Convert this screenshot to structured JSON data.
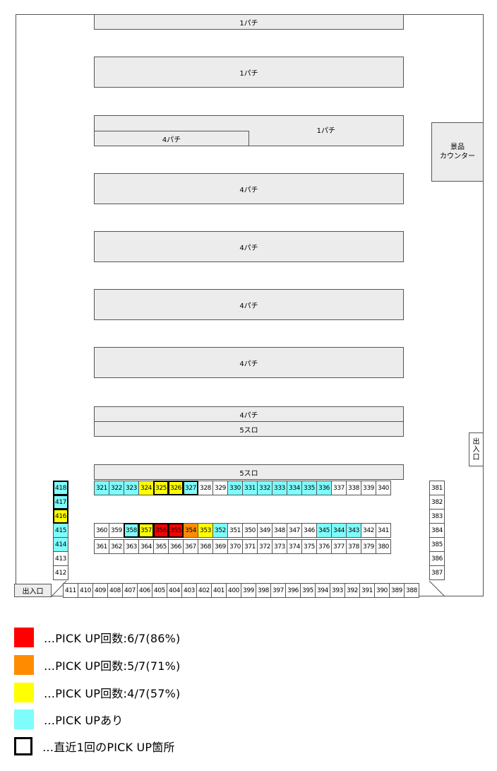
{
  "banks": {
    "b1": "1パチ",
    "b2": "1パチ",
    "b3_main": "1パチ",
    "b3_sub": "4パチ",
    "b4": "4パチ",
    "b5": "4パチ",
    "b6": "4パチ",
    "b7": "4パチ",
    "b8a": "4パチ",
    "b8b": "5スロ",
    "b9": "5スロ"
  },
  "counter": {
    "line1": "景品",
    "line2": "カウンター"
  },
  "exit_right": [
    "出",
    "入",
    "口"
  ],
  "exit_left": "出入口",
  "colors": {
    "red": "#ff0000",
    "orange": "#ff8c00",
    "yellow": "#ffff00",
    "cyan": "#7ffcfc"
  },
  "machines": {
    "row_top": [
      {
        "n": "321",
        "c": "c"
      },
      {
        "n": "322",
        "c": "c"
      },
      {
        "n": "323",
        "c": "c"
      },
      {
        "n": "324",
        "c": "y"
      },
      {
        "n": "325",
        "c": "y",
        "p": true
      },
      {
        "n": "326",
        "c": "y",
        "p": true
      },
      {
        "n": "327",
        "c": "c",
        "p": true
      },
      {
        "n": "328",
        "c": ""
      },
      {
        "n": "329",
        "c": ""
      },
      {
        "n": "330",
        "c": "c"
      },
      {
        "n": "331",
        "c": "c"
      },
      {
        "n": "332",
        "c": "c"
      },
      {
        "n": "333",
        "c": "c"
      },
      {
        "n": "334",
        "c": "c"
      },
      {
        "n": "335",
        "c": "c"
      },
      {
        "n": "336",
        "c": "c"
      },
      {
        "n": "337",
        "c": ""
      },
      {
        "n": "338",
        "c": ""
      },
      {
        "n": "339",
        "c": ""
      },
      {
        "n": "340",
        "c": ""
      }
    ],
    "row_mid_a": [
      {
        "n": "360",
        "c": ""
      },
      {
        "n": "359",
        "c": ""
      },
      {
        "n": "358",
        "c": "c",
        "p": true
      },
      {
        "n": "357",
        "c": "y",
        "p": true
      },
      {
        "n": "356",
        "c": "r",
        "p": true
      },
      {
        "n": "355",
        "c": "r",
        "p": true
      },
      {
        "n": "354",
        "c": "o"
      },
      {
        "n": "353",
        "c": "y"
      },
      {
        "n": "352",
        "c": "c"
      },
      {
        "n": "351",
        "c": ""
      },
      {
        "n": "350",
        "c": ""
      },
      {
        "n": "349",
        "c": ""
      },
      {
        "n": "348",
        "c": ""
      },
      {
        "n": "347",
        "c": ""
      },
      {
        "n": "346",
        "c": ""
      },
      {
        "n": "345",
        "c": "c"
      },
      {
        "n": "344",
        "c": "c"
      },
      {
        "n": "343",
        "c": "c"
      },
      {
        "n": "342",
        "c": ""
      },
      {
        "n": "341",
        "c": ""
      }
    ],
    "row_mid_b": [
      {
        "n": "361",
        "c": ""
      },
      {
        "n": "362",
        "c": ""
      },
      {
        "n": "363",
        "c": ""
      },
      {
        "n": "364",
        "c": ""
      },
      {
        "n": "365",
        "c": ""
      },
      {
        "n": "366",
        "c": ""
      },
      {
        "n": "367",
        "c": ""
      },
      {
        "n": "368",
        "c": ""
      },
      {
        "n": "369",
        "c": ""
      },
      {
        "n": "370",
        "c": ""
      },
      {
        "n": "371",
        "c": ""
      },
      {
        "n": "372",
        "c": ""
      },
      {
        "n": "373",
        "c": ""
      },
      {
        "n": "374",
        "c": ""
      },
      {
        "n": "375",
        "c": ""
      },
      {
        "n": "376",
        "c": ""
      },
      {
        "n": "377",
        "c": ""
      },
      {
        "n": "378",
        "c": ""
      },
      {
        "n": "379",
        "c": ""
      },
      {
        "n": "380",
        "c": ""
      }
    ],
    "col_right": [
      {
        "n": "381",
        "c": ""
      },
      {
        "n": "382",
        "c": ""
      },
      {
        "n": "383",
        "c": ""
      },
      {
        "n": "384",
        "c": ""
      },
      {
        "n": "385",
        "c": ""
      },
      {
        "n": "386",
        "c": ""
      },
      {
        "n": "387",
        "c": ""
      }
    ],
    "col_left": [
      {
        "n": "418",
        "c": "c",
        "p": true
      },
      {
        "n": "417",
        "c": "c",
        "p": true
      },
      {
        "n": "416",
        "c": "y",
        "p": true
      },
      {
        "n": "415",
        "c": "c"
      },
      {
        "n": "414",
        "c": "c"
      },
      {
        "n": "413",
        "c": ""
      },
      {
        "n": "412",
        "c": ""
      }
    ],
    "row_bottom": [
      {
        "n": "411",
        "c": ""
      },
      {
        "n": "410",
        "c": ""
      },
      {
        "n": "409",
        "c": ""
      },
      {
        "n": "408",
        "c": ""
      },
      {
        "n": "407",
        "c": ""
      },
      {
        "n": "406",
        "c": ""
      },
      {
        "n": "405",
        "c": ""
      },
      {
        "n": "404",
        "c": ""
      },
      {
        "n": "403",
        "c": ""
      },
      {
        "n": "402",
        "c": ""
      },
      {
        "n": "401",
        "c": ""
      },
      {
        "n": "400",
        "c": ""
      },
      {
        "n": "399",
        "c": ""
      },
      {
        "n": "398",
        "c": ""
      },
      {
        "n": "397",
        "c": ""
      },
      {
        "n": "396",
        "c": ""
      },
      {
        "n": "395",
        "c": ""
      },
      {
        "n": "394",
        "c": ""
      },
      {
        "n": "393",
        "c": ""
      },
      {
        "n": "392",
        "c": ""
      },
      {
        "n": "391",
        "c": ""
      },
      {
        "n": "390",
        "c": ""
      },
      {
        "n": "389",
        "c": ""
      },
      {
        "n": "388",
        "c": ""
      }
    ]
  },
  "legend": [
    {
      "color": "#ff0000",
      "text": "…PICK UP回数:6/7(86%)"
    },
    {
      "color": "#ff8c00",
      "text": "…PICK UP回数:5/7(71%)"
    },
    {
      "color": "#ffff00",
      "text": "…PICK UP回数:4/7(57%)"
    },
    {
      "color": "#7ffcfc",
      "text": "…PICK UPあり"
    },
    {
      "color": "",
      "text": "…直近1回のPICK UP箇所"
    }
  ]
}
